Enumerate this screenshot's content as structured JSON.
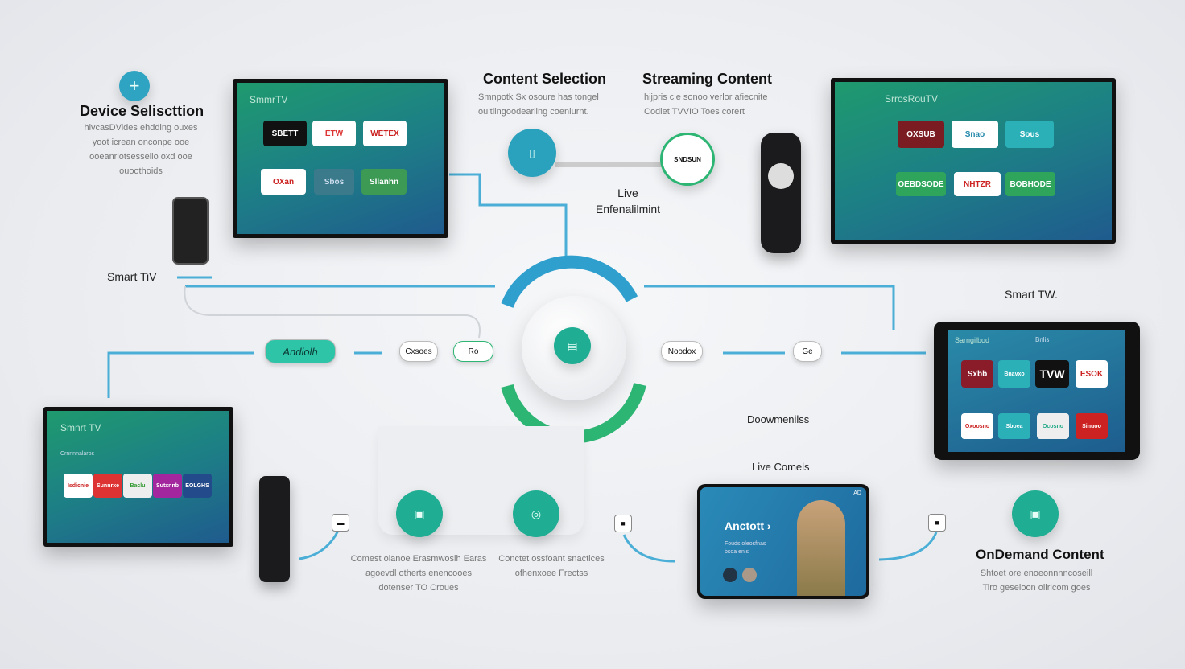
{
  "device_selection": {
    "title": "Device Seliscttion",
    "desc": [
      "hivcasDVides ehdding ouxes",
      "yoot icrean onconpe ooe",
      "ooeanriotsesseiio oxd ooe",
      "ouoothoids"
    ],
    "icon": "plus-icon"
  },
  "content_selection": {
    "title": "Content Selection",
    "desc": [
      "Smnpotk Sx osoure has tongel",
      "ouitilngoodeariing coenlurnt."
    ]
  },
  "streaming_content": {
    "title": "Streaming Content",
    "desc": [
      "hijpris cie sonoo verlor afiecnite",
      "Codiet TVVIO Toes corert"
    ],
    "badge": "SNDSUN"
  },
  "live_entertainment": [
    "Live",
    "Enfenalilmint"
  ],
  "smart_tv_left_label": "Smart TiV",
  "smart_tv_right_label": "Smart TW.",
  "tv1": {
    "title": "SmmrTV",
    "tiles": [
      "SBETT",
      "ETW",
      "WETEX",
      "OXan",
      "Sbos",
      "Sllanhn"
    ]
  },
  "tv2": {
    "title": "SrrosRouTV",
    "tiles": [
      "OXSUB",
      "Snao",
      "Sous",
      "OEBDSODE",
      "NHTZR",
      "BOBHODE"
    ]
  },
  "tv3": {
    "title": "Smnrt TV",
    "sub": "Crnnnnalaros",
    "tiles": [
      "Isdicnie",
      "Sunnrxe",
      "Baclu",
      "Sutxnnb",
      "EOLGHS"
    ]
  },
  "tablet": {
    "title": "Sarngilbod",
    "sub": "Bnlis",
    "tiles": [
      "Sxbb",
      "Bnavxo",
      "TVW",
      "ESOK",
      "Oxoosno",
      "Sboea",
      "Ocosno",
      "Sinuoo"
    ]
  },
  "pills": {
    "android": "Andiolh",
    "cases": "Cxsoes",
    "go": "Ro",
    "noodox": "Noodox",
    "ge": "Ge"
  },
  "documentaries": "Doowmenilss",
  "live_channels": "Live Comels",
  "phone": {
    "title": "Anctott ›",
    "sub": [
      "Fouds oleosfnas",
      "bsoa enis"
    ],
    "corner": "AD"
  },
  "bottom_left": {
    "desc": [
      "Comest olanoe Erasmwosih Earas",
      "agoevdl otherts enencooes",
      "dotenser TO Croues"
    ]
  },
  "bottom_mid": {
    "desc": [
      "Conctet ossfoant snactices",
      "ofhenxoee Frectss"
    ]
  },
  "on_demand": {
    "title": "OnDemand Content",
    "desc": [
      "Shtoet ore enoeonnnncoseill",
      "Tiro geseloon oliricom goes"
    ]
  },
  "colors": {
    "teal": "#1fae93",
    "blue_line": "#3aa6cf",
    "green_arrow": "#2db573"
  }
}
